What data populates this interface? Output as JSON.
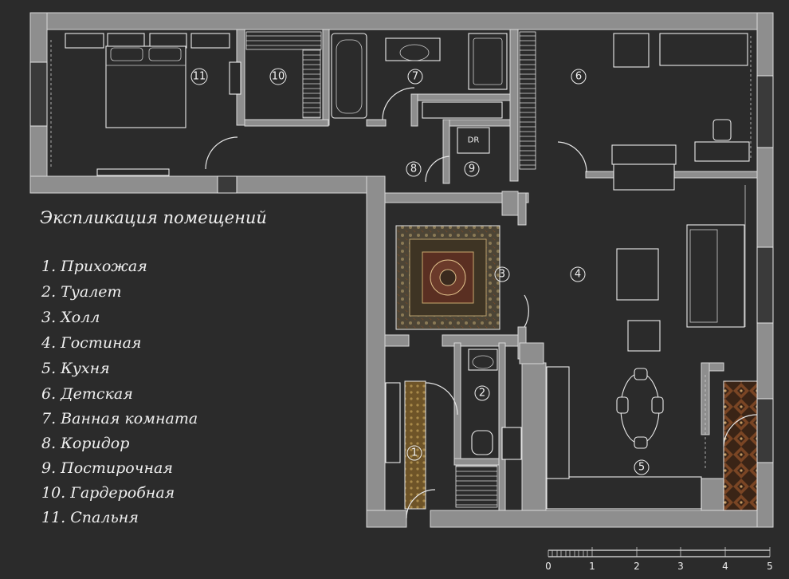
{
  "legend": {
    "title": "Экспликация помещений",
    "items": [
      "1. Прихожая",
      "2. Туалет",
      "3. Холл",
      "4. Гостиная",
      "5. Кухня",
      "6. Детская",
      "7. Ванная комната",
      "8. Коридор",
      "9. Постирочная",
      "10. Гардеробная",
      "11. Спальня"
    ]
  },
  "room_numbers": [
    "1",
    "2",
    "3",
    "4",
    "5",
    "6",
    "7",
    "8",
    "9",
    "10",
    "11"
  ],
  "fixture_labels": {
    "dryer": "DR"
  },
  "scale": {
    "ticks": [
      "0",
      "1",
      "2",
      "3",
      "4",
      "5"
    ],
    "unit": ""
  },
  "colors": {
    "background": "#2b2b2b",
    "wall": "#8e8e8e",
    "line": "#e6e6e6",
    "carpet_hall": "#5a4e3a",
    "carpet_corridor": "#7a5a2a",
    "balcony_tile": "#6b3a1e"
  }
}
